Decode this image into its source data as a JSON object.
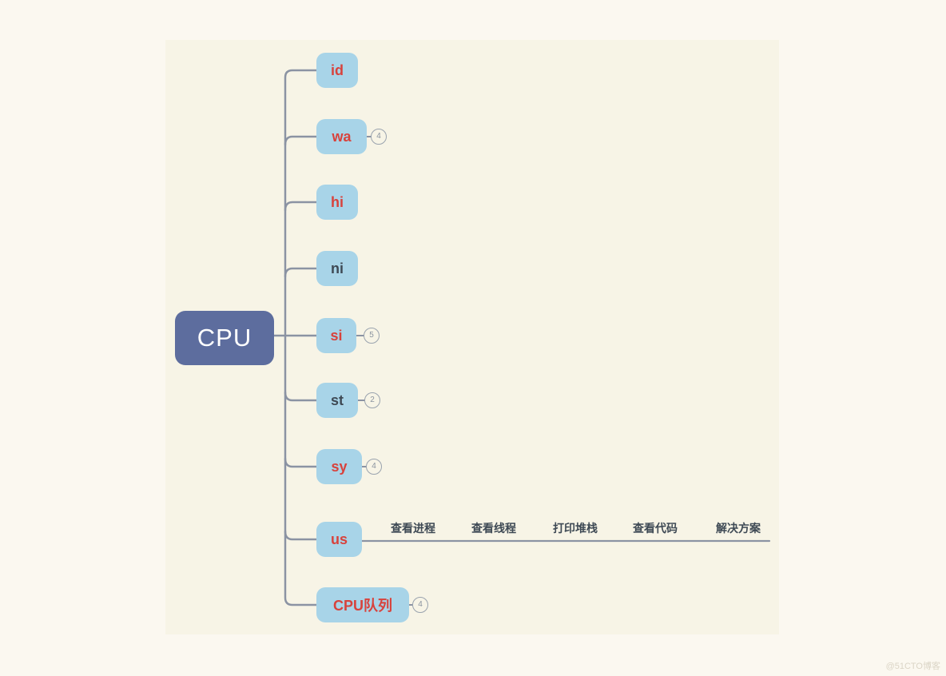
{
  "diagram": {
    "root": {
      "label": "CPU"
    },
    "nodes": [
      {
        "label": "id",
        "badge": null
      },
      {
        "label": "wa",
        "badge": "4"
      },
      {
        "label": "hi",
        "badge": null
      },
      {
        "label": "ni",
        "badge": null
      },
      {
        "label": "si",
        "badge": "5"
      },
      {
        "label": "st",
        "badge": "2"
      },
      {
        "label": "sy",
        "badge": "4"
      },
      {
        "label": "us",
        "badge": null
      },
      {
        "label": "CPU队列",
        "badge": "4"
      }
    ],
    "us_children": [
      "查看进程",
      "查看线程",
      "打印堆栈",
      "查看代码",
      "解决方案"
    ],
    "colors": {
      "root_fill": "#5d6d9e",
      "child_fill": "#a8d4e8",
      "emphasis_text": "#d8423c",
      "plain_text": "#3e4954",
      "connector": "#8b93a3",
      "canvas_bg": "#f7f4e6",
      "page_bg": "#fbf8f0"
    }
  },
  "watermark": "@51CTO博客"
}
